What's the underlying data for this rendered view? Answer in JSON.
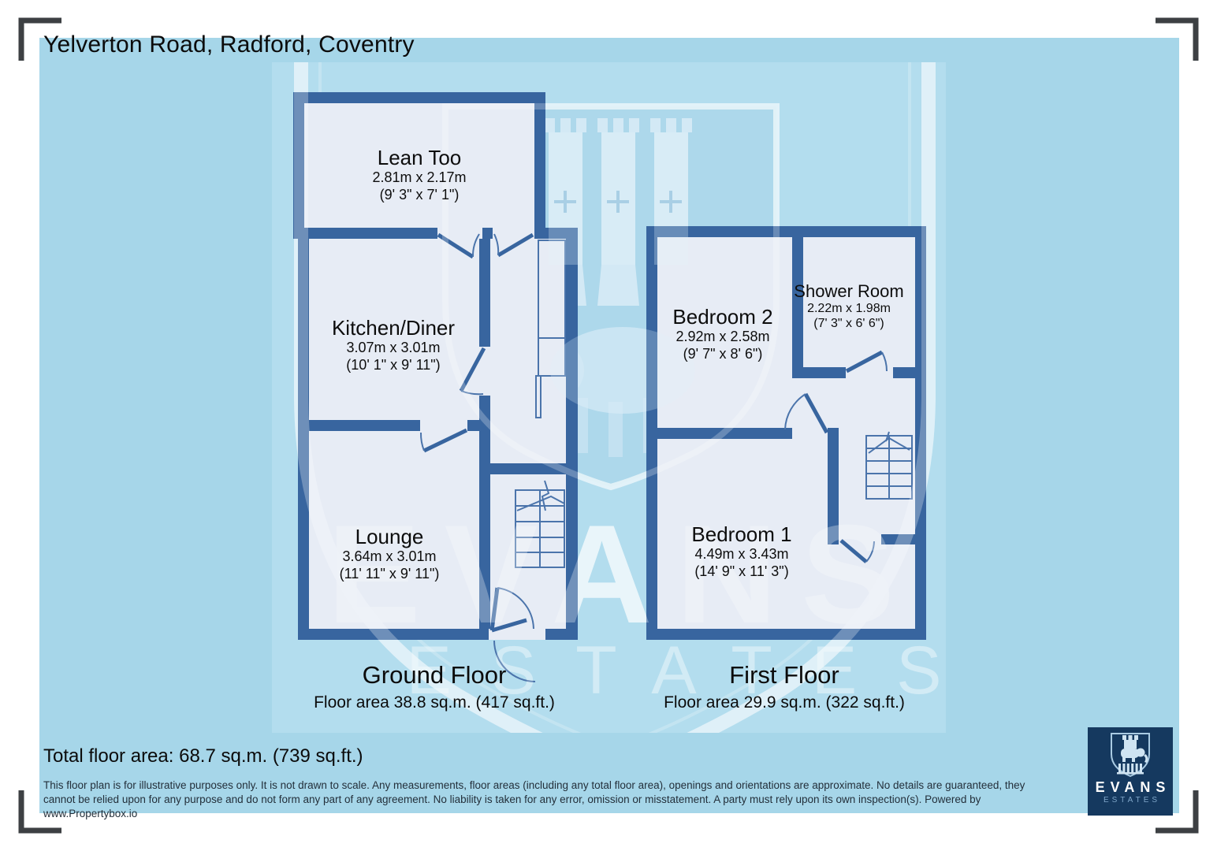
{
  "title": "Yelverton Road, Radford, Coventry",
  "watermark": {
    "primary": "EVANS",
    "secondary": "ESTATES"
  },
  "ground": {
    "label": "Ground Floor",
    "area_label": "Floor area 38.8 sq.m. (417 sq.ft.)",
    "rooms": {
      "lean_too": {
        "name": "Lean Too",
        "metric": "2.81m x 2.17m",
        "imperial": "(9' 3\" x 7' 1\")"
      },
      "kitchen_diner": {
        "name": "Kitchen/Diner",
        "metric": "3.07m x 3.01m",
        "imperial": "(10' 1\" x 9' 11\")"
      },
      "lounge": {
        "name": "Lounge",
        "metric": "3.64m x 3.01m",
        "imperial": "(11' 11\" x 9' 11\")"
      }
    }
  },
  "first": {
    "label": "First Floor",
    "area_label": "Floor area 29.9 sq.m. (322 sq.ft.)",
    "rooms": {
      "bedroom2": {
        "name": "Bedroom 2",
        "metric": "2.92m x 2.58m",
        "imperial": "(9' 7\" x 8' 6\")"
      },
      "shower": {
        "name": "Shower Room",
        "metric": "2.22m x 1.98m",
        "imperial": "(7' 3\" x 6' 6\")"
      },
      "bedroom1": {
        "name": "Bedroom 1",
        "metric": "4.49m x 3.43m",
        "imperial": "(14' 9\" x 11' 3\")"
      }
    }
  },
  "total_area": "Total floor area: 68.7 sq.m. (739 sq.ft.)",
  "disclaimer": "This floor plan is for illustrative purposes only. It is not drawn to scale. Any measurements, floor areas (including any total floor area), openings and orientations are approximate. No details are guaranteed, they cannot be relied upon for any purpose and do not form any part of any agreement. No liability is taken for any error, omission or misstatement. A party must rely upon its own inspection(s). Powered by www.Propertybox.io",
  "logo": {
    "name": "EVANS",
    "tagline": "ESTATES"
  },
  "colors": {
    "panel": "#a6d6e9",
    "inner_panel": "#b3ddee",
    "wall": "#38659f",
    "room_fill": "#e7ecf5",
    "logo_bg": "#15395f"
  }
}
